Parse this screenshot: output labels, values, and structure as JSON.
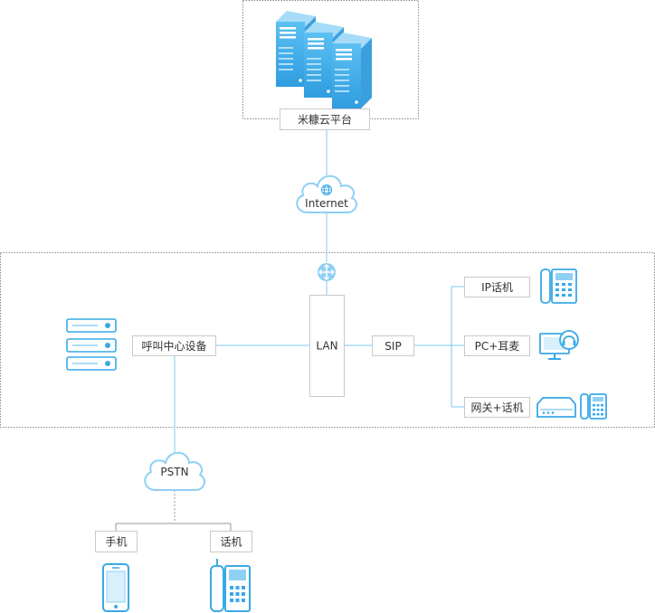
{
  "cloud_platform": {
    "label": "米糠云平台",
    "icon": "server-cluster-icon"
  },
  "internet": {
    "label": "Internet",
    "icon": "globe-icon"
  },
  "router": {
    "icon": "router-icon"
  },
  "call_center": {
    "label": "呼叫中心设备",
    "icon": "rack-server-icon"
  },
  "lan": {
    "label": "LAN"
  },
  "sip": {
    "label": "SIP"
  },
  "endpoints": [
    {
      "label": "IP话机",
      "icon": "desk-phone-icon"
    },
    {
      "label": "PC+耳麦",
      "icon": "pc-headset-icon"
    },
    {
      "label": "网关+话机",
      "icon": "gateway-phone-icon"
    }
  ],
  "pstn": {
    "label": "PSTN"
  },
  "pstn_devices": [
    {
      "label": "手机",
      "icon": "mobile-phone-icon"
    },
    {
      "label": "话机",
      "icon": "telephone-icon"
    }
  ],
  "colors": {
    "accent": "#39a9e6",
    "accent_light": "#8fd0f5",
    "line": "#7ec8f0",
    "box_border": "#c9c9c9",
    "frame_dash": "#8a8a8a"
  }
}
